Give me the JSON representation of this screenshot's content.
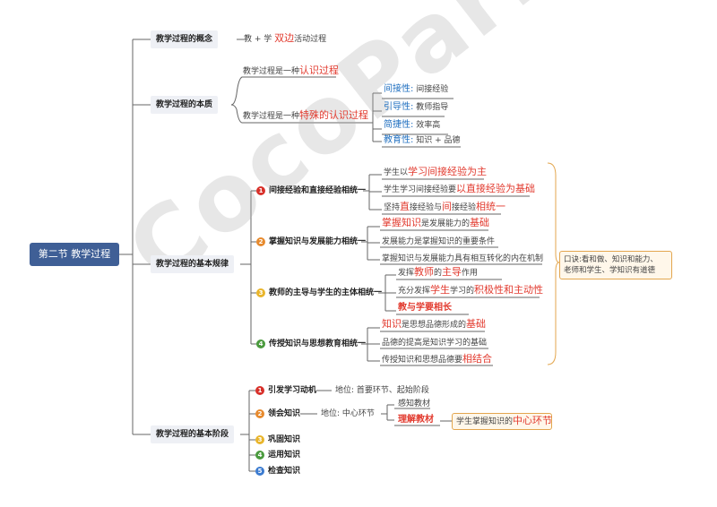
{
  "root": "第二节 教学过程",
  "concept": {
    "title": "教学过程的概念",
    "prefix": "教 + 学 ",
    "highlight": "双边",
    "suffix": "活动过程"
  },
  "essence": {
    "title": "教学过程的本质",
    "item1": {
      "prefix": "教学过程是一种",
      "highlight": "认识过程"
    },
    "item2": {
      "prefix": "教学过程是一种",
      "highlight": "特殊的认识过程"
    },
    "traits": [
      {
        "name": "间接性:",
        "desc": "间接经验"
      },
      {
        "name": "引导性:",
        "desc": "教师指导"
      },
      {
        "name": "简捷性:",
        "desc": "效率高"
      },
      {
        "name": "教育性:",
        "desc": "知识 + 品德"
      }
    ]
  },
  "laws": {
    "title": "教学过程的基本规律",
    "items": [
      {
        "num": "1",
        "title": "间接经验和直接经验相统一",
        "l1": {
          "a": "学生以",
          "b": "学习间接经验为主"
        },
        "l2": {
          "a": "学生学习间接经验要",
          "b": "以直接经验为基础"
        },
        "l3": {
          "a": "坚持",
          "b": "直",
          "c": "接经验与",
          "d": "间",
          "e": "接经验",
          "f": "相统一"
        }
      },
      {
        "num": "2",
        "title": "掌握知识与发展能力相统一",
        "l1": {
          "a": "掌握知识",
          "b": "是发展能力的",
          "c": "基础"
        },
        "l2": "发展能力是掌握知识的重要条件",
        "l3": "掌握知识与发展能力具有相互转化的内在机制"
      },
      {
        "num": "3",
        "title": "教师的主导与学生的主体相统一",
        "l1": {
          "a": "发挥",
          "b": "教师",
          "c": "的",
          "d": "主导",
          "e": "作用"
        },
        "l2": {
          "a": "充分发挥",
          "b": "学生",
          "c": "学习的",
          "d": "积极性和主动性"
        },
        "l3": "教与学要相长"
      },
      {
        "num": "4",
        "title": "传授知识与思想教育相统一",
        "l1": {
          "a": "知识",
          "b": "是思想品德形成的",
          "c": "基础"
        },
        "l2": "品德的提高是知识学习的基础",
        "l3": {
          "a": "传授知识和思想品德要",
          "b": "相结合"
        }
      }
    ],
    "mnemonic": {
      "line1": "口诀:看和做、知识和能力、",
      "line2": "老师和学生、学知识有道德"
    }
  },
  "stages": {
    "title": "教学过程的基本阶段",
    "items": [
      {
        "num": "1",
        "title": "引发学习动机",
        "note": "地位: 首要环节、起始阶段"
      },
      {
        "num": "2",
        "title": "领会知识",
        "note": "地位: 中心环节",
        "sub1": "感知教材",
        "sub2": "理解教材",
        "callout": {
          "a": "学生掌握知识的",
          "b": "中心环节"
        }
      },
      {
        "num": "3",
        "title": "巩固知识"
      },
      {
        "num": "4",
        "title": "运用知识"
      },
      {
        "num": "5",
        "title": "检查知识"
      }
    ]
  },
  "watermark": "CocoParis"
}
